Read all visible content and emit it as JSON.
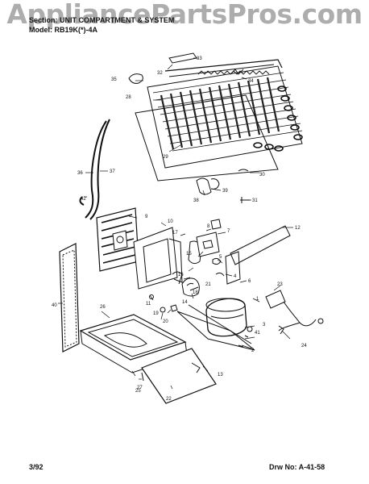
{
  "header": {
    "section_line": "Section: UNIT COMPARTMENT & SYSTEM",
    "model_line": "Model: RB19K(*)-4A"
  },
  "watermark": "AppliancePartsPros.com",
  "footer": {
    "date": "3/92",
    "drawing_number": "Drw No: A-41-58"
  },
  "parts": [
    {
      "num": "1"
    },
    {
      "num": "2"
    },
    {
      "num": "3"
    },
    {
      "num": "4"
    },
    {
      "num": "5"
    },
    {
      "num": "6"
    },
    {
      "num": "7"
    },
    {
      "num": "8"
    },
    {
      "num": "9"
    },
    {
      "num": "10"
    },
    {
      "num": "11"
    },
    {
      "num": "12"
    },
    {
      "num": "13"
    },
    {
      "num": "14"
    },
    {
      "num": "15"
    },
    {
      "num": "16"
    },
    {
      "num": "17"
    },
    {
      "num": "18"
    },
    {
      "num": "19"
    },
    {
      "num": "20"
    },
    {
      "num": "21"
    },
    {
      "num": "22"
    },
    {
      "num": "23"
    },
    {
      "num": "24"
    },
    {
      "num": "25"
    },
    {
      "num": "26"
    },
    {
      "num": "27"
    },
    {
      "num": "28"
    },
    {
      "num": "29"
    },
    {
      "num": "30"
    },
    {
      "num": "31"
    },
    {
      "num": "32"
    },
    {
      "num": "33"
    },
    {
      "num": "34"
    },
    {
      "num": "35"
    },
    {
      "num": "36"
    },
    {
      "num": "37"
    },
    {
      "num": "38"
    },
    {
      "num": "39"
    },
    {
      "num": "40"
    },
    {
      "num": "41"
    },
    {
      "num": "42"
    }
  ],
  "colors": {
    "ink": "#111111",
    "paper": "#ffffff",
    "watermark": "#5a5a5a"
  }
}
